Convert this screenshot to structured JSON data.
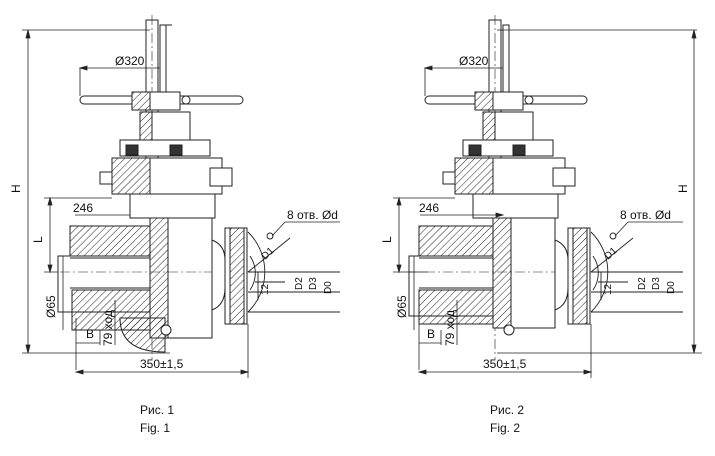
{
  "figures": [
    {
      "dimensions": {
        "handwheel_diameter": "Ø320",
        "overall_height": "H",
        "length_l": "L",
        "offset": "246",
        "flange_bore": "Ø65",
        "holes": "8 отв. Ød",
        "d1": "D1",
        "d2": "D2",
        "d0": "D0",
        "d3": "D3",
        "twelve": "12",
        "stroke": "79 ход",
        "b": "B",
        "face_to_face": "350±1,5"
      },
      "caption_ru": "Рис. 1",
      "caption_en": "Fig.  1"
    },
    {
      "dimensions": {
        "handwheel_diameter": "Ø320",
        "overall_height": "H",
        "length_l": "L",
        "offset": "246",
        "flange_bore": "Ø65",
        "holes": "8 отв. Ød",
        "d1": "D1",
        "d2": "D2",
        "d0": "D0",
        "d3": "D3",
        "twelve": "12",
        "stroke": "79 ход",
        "b": "B",
        "face_to_face": "350±1,5"
      },
      "caption_ru": "Рис. 2",
      "caption_en": "Fig.  2"
    }
  ]
}
